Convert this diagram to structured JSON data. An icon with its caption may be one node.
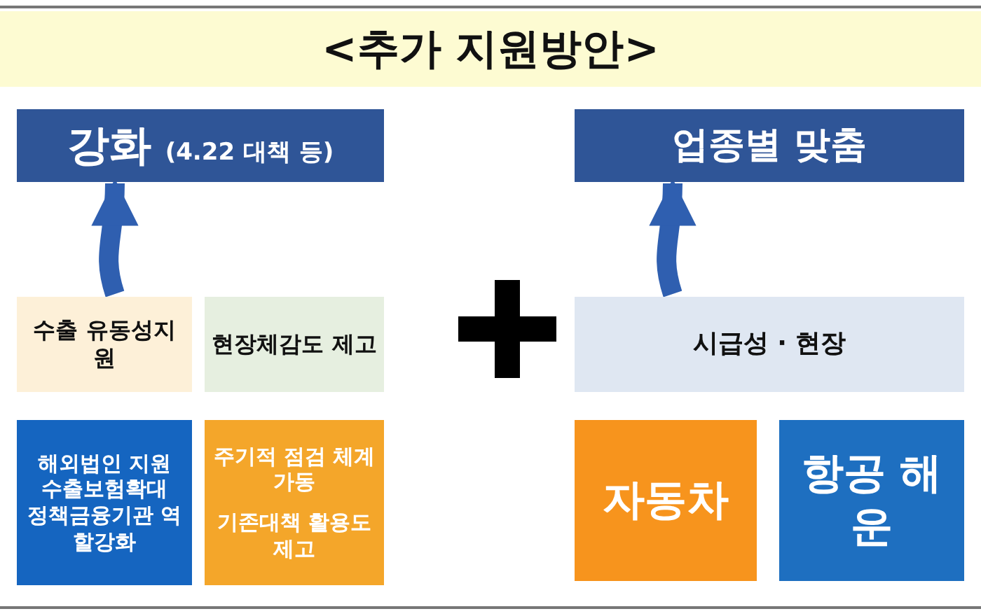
{
  "diagram": {
    "title": "<추가 지원방안>",
    "nodes": [
      {
        "text": [
          "강화",
          "(4.22 대책 등)"
        ]
      },
      {
        "text": [
          "수출 유동성지원"
        ]
      },
      {
        "text": [
          "현장체감도 제고"
        ]
      },
      {
        "text": [
          "해외법인 지원",
          "수출보험확대",
          "정책금융기관 역할강화"
        ]
      },
      {
        "text": [
          "주기적 점검 체계 가동",
          "기존대책 활용도 제고"
        ]
      },
      {
        "text": [
          "업종별 맞춤"
        ]
      },
      {
        "text": [
          "시급성 · 현장"
        ]
      },
      {
        "text": [
          "자동차"
        ]
      },
      {
        "text": [
          "항공 해운"
        ]
      }
    ],
    "edges": [
      {
        "from": 1,
        "to": 0,
        "arrow": "to"
      },
      {
        "from": 6,
        "to": 5,
        "arrow": "to"
      }
    ]
  }
}
